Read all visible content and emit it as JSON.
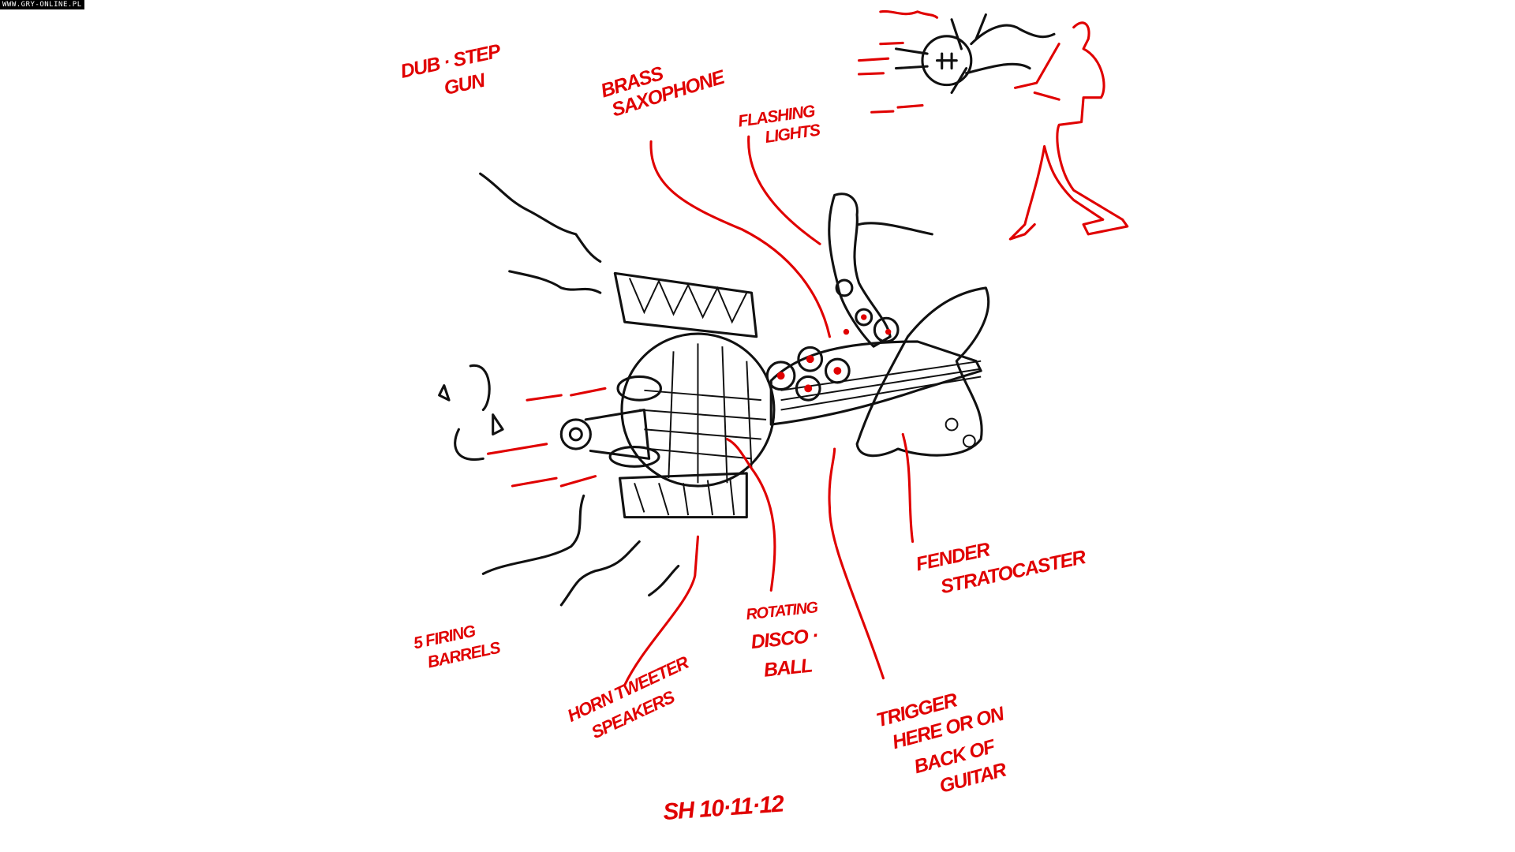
{
  "watermark": "WWW.GRY-ONLINE.PL",
  "colors": {
    "annotation": "#e00000",
    "ink": "#111111",
    "background": "#ffffff"
  },
  "labels": {
    "dubstep_gun": [
      "DUB · STEP",
      "GUN"
    ],
    "brass_saxophone": [
      "BRASS",
      "SAXOPHONE"
    ],
    "flashing_lights": [
      "FLASHING",
      "LIGHTS"
    ],
    "fender_stratocaster": [
      "FENDER",
      "STRATOCASTER"
    ],
    "firing_barrels": [
      "5 FIRING",
      "BARRELS"
    ],
    "horn_tweeter_speakers": [
      "HORN TWEETER",
      "SPEAKERS"
    ],
    "rotating_disco_ball": [
      "ROTATING",
      "DISCO ·",
      "BALL"
    ],
    "trigger": [
      "TRIGGER",
      "HERE OR  ON",
      "BACK OF",
      "GUITAR"
    ],
    "signature": "SH 10·11·12"
  }
}
